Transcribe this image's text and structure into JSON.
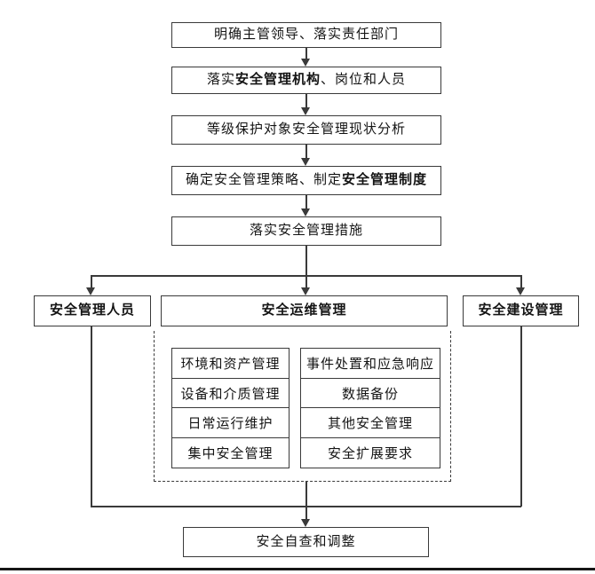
{
  "colors": {
    "background": "#ffffff",
    "line": "#3a3a3a",
    "text": "#141414"
  },
  "flow_steps": [
    {
      "segments": [
        {
          "text": "明确主管领导、落实责任部门",
          "bold": false
        }
      ]
    },
    {
      "segments": [
        {
          "text": "落实",
          "bold": false
        },
        {
          "text": "安全管理机构",
          "bold": true
        },
        {
          "text": "、岗位和人员",
          "bold": false
        }
      ]
    },
    {
      "segments": [
        {
          "text": "等级保护对象安全管理现状分析",
          "bold": false
        }
      ]
    },
    {
      "segments": [
        {
          "text": "确定安全管理策略、制定",
          "bold": false
        },
        {
          "text": "安全管理制度",
          "bold": true
        }
      ]
    },
    {
      "segments": [
        {
          "text": "落实安全管理措施",
          "bold": false
        }
      ]
    }
  ],
  "branches": {
    "left": {
      "label": "安全管理人员"
    },
    "center": {
      "label": "安全运维管理"
    },
    "right": {
      "label": "安全建设管理"
    }
  },
  "ops_items": {
    "left_column": [
      "环境和资产管理",
      "设备和介质管理",
      "日常运行维护",
      "集中安全管理"
    ],
    "right_column": [
      "事件处置和应急响应",
      "数据备份",
      "其他安全管理",
      "安全扩展要求"
    ]
  },
  "footer": {
    "label": "安全自查和调整"
  }
}
